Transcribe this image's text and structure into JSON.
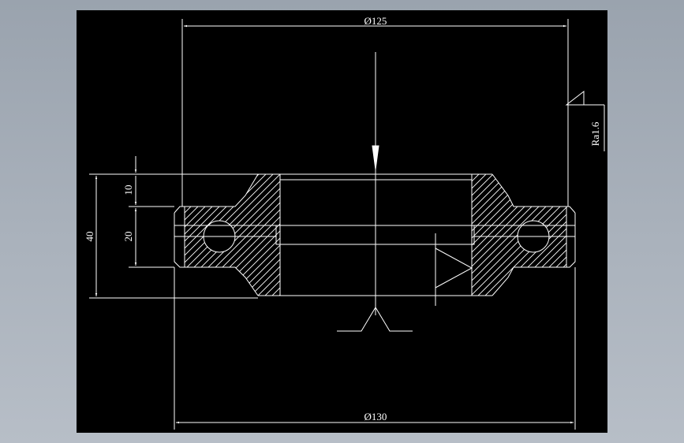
{
  "colors": {
    "background": "#b0b8c2",
    "viewport": "#000000",
    "lines": "#ffffff"
  },
  "dimensions": {
    "top_diameter": "Ø125",
    "bottom_diameter": "Ø130",
    "total_height": "40",
    "groove_height": "20",
    "step_height": "10"
  },
  "annotations": {
    "roughness": "Ra1.6"
  }
}
